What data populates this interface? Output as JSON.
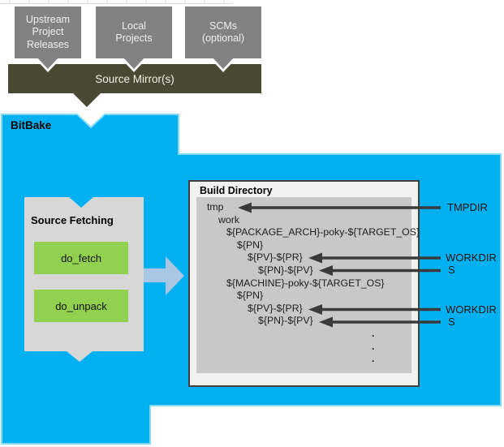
{
  "upstream_flow": {
    "boxes": [
      {
        "label": "Upstream\nProject\nReleases"
      },
      {
        "label": "Local\nProjects"
      },
      {
        "label": "SCMs\n(optional)"
      }
    ],
    "mirror": {
      "label": "Source Mirror(s)"
    }
  },
  "bitbake": {
    "label": "BitBake",
    "source_fetching": {
      "title": "Source Fetching",
      "tasks": [
        {
          "label": "do_fetch"
        },
        {
          "label": "do_unpack"
        }
      ]
    },
    "build_directory": {
      "title": "Build Directory",
      "tree": [
        {
          "text": "tmp"
        },
        {
          "text": "work"
        },
        {
          "text": "${PACKAGE_ARCH}-poky-${TARGET_OS}"
        },
        {
          "text": "${PN}"
        },
        {
          "text": "${PV}-${PR}"
        },
        {
          "text": "${PN}-${PV}"
        },
        {
          "text": "${MACHINE}-poky-${TARGET_OS}"
        },
        {
          "text": "${PN}"
        },
        {
          "text": "${PV}-${PR}"
        },
        {
          "text": "${PN}-${PV}"
        },
        {
          "text": "."
        },
        {
          "text": "."
        },
        {
          "text": "."
        }
      ]
    },
    "annotations": [
      {
        "label": "TMPDIR"
      },
      {
        "label": "WORKDIR"
      },
      {
        "label": "S"
      },
      {
        "label": "WORKDIR"
      },
      {
        "label": "S"
      }
    ]
  },
  "colors": {
    "bitbake_bg": "#00b0f0",
    "bitbake_edge": "#86d9f7",
    "mirror_bg": "#4a4933",
    "source_box_gray": "#828282",
    "task_green": "#92d050",
    "panel_gray": "#d7d7d7",
    "tree_bg": "#c8c8c8",
    "arrow_dark": "#3a3a3a",
    "arrow_blue": "#a9c6e5"
  }
}
